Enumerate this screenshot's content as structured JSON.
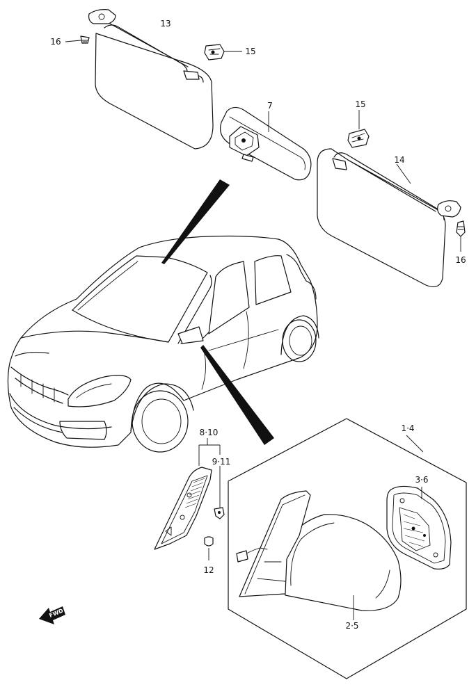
{
  "labels": {
    "p13": "13",
    "p16a": "16",
    "p15a": "15",
    "p7": "7",
    "p15b": "15",
    "p14": "14",
    "p16b": "16",
    "p8_10": "8·10",
    "p9_11": "9·11",
    "p12": "12",
    "p1_4": "1·4",
    "p3_6": "3·6",
    "p2_5": "2·5"
  },
  "fwd_text": "FWD",
  "icons": {
    "fwd": "forward-arrow-icon"
  }
}
